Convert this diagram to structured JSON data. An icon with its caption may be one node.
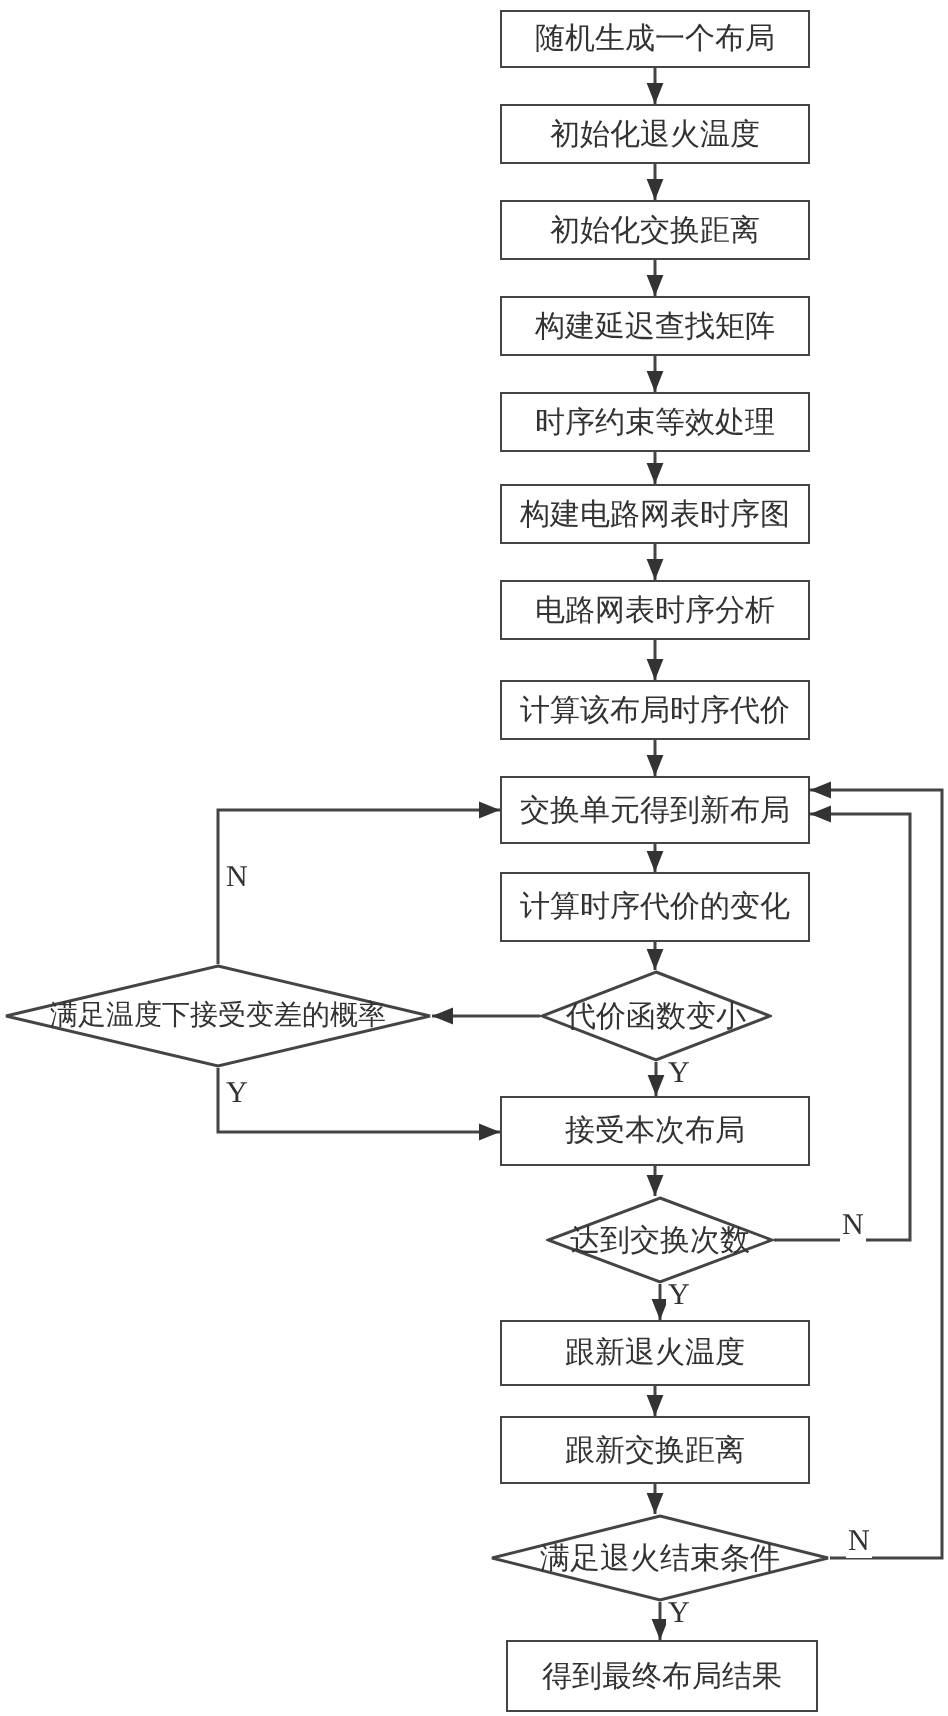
{
  "diagram": {
    "nodes": [
      {
        "text": [
          "随机生成一个布局"
        ]
      },
      {
        "text": [
          "初始化退火温度"
        ]
      },
      {
        "text": [
          "初始化交换距离"
        ]
      },
      {
        "text": [
          "构建延迟查找矩阵"
        ]
      },
      {
        "text": [
          "时序约束等效处理"
        ]
      },
      {
        "text": [
          "构建电路网表时序图"
        ]
      },
      {
        "text": [
          "电路网表时序分析"
        ]
      },
      {
        "text": [
          "计算该布局时序代价"
        ]
      },
      {
        "text": [
          "交换单元得到新布局"
        ]
      },
      {
        "text": [
          "计算时序代价的变化"
        ]
      },
      {
        "text": [
          "代价函数变小"
        ]
      },
      {
        "text": [
          "满足温度下接受变差的概率"
        ]
      },
      {
        "text": [
          "接受本次布局"
        ]
      },
      {
        "text": [
          "达到交换次数"
        ]
      },
      {
        "text": [
          "跟新退火温度"
        ]
      },
      {
        "text": [
          "跟新交换距离"
        ]
      },
      {
        "text": [
          "满足退火结束条件"
        ]
      },
      {
        "text": [
          "得到最终布局结果"
        ]
      }
    ],
    "edges": [
      {
        "from": 0,
        "to": 1,
        "arrow": "to"
      },
      {
        "from": 1,
        "to": 2,
        "arrow": "to"
      },
      {
        "from": 2,
        "to": 3,
        "arrow": "to"
      },
      {
        "from": 3,
        "to": 4,
        "arrow": "to"
      },
      {
        "from": 4,
        "to": 5,
        "arrow": "to"
      },
      {
        "from": 5,
        "to": 6,
        "arrow": "to"
      },
      {
        "from": 6,
        "to": 7,
        "arrow": "to"
      },
      {
        "from": 7,
        "to": 8,
        "arrow": "to"
      },
      {
        "from": 8,
        "to": 9,
        "arrow": "to"
      },
      {
        "from": 9,
        "to": 10,
        "arrow": "to"
      },
      {
        "from": 10,
        "to": 11,
        "arrow": "to"
      },
      {
        "from": 10,
        "to": 12,
        "arrow": "to",
        "label": "Y"
      },
      {
        "from": 11,
        "to": 8,
        "arrow": "to",
        "label": "N"
      },
      {
        "from": 11,
        "to": 12,
        "arrow": "to",
        "label": "Y"
      },
      {
        "from": 12,
        "to": 13,
        "arrow": "to"
      },
      {
        "from": 13,
        "to": 8,
        "arrow": "to",
        "label": "N"
      },
      {
        "from": 13,
        "to": 14,
        "arrow": "to",
        "label": "Y"
      },
      {
        "from": 14,
        "to": 15,
        "arrow": "to"
      },
      {
        "from": 15,
        "to": 16,
        "arrow": "to"
      },
      {
        "from": 16,
        "to": 8,
        "arrow": "to",
        "label": "N"
      },
      {
        "from": 16,
        "to": 17,
        "arrow": "to",
        "label": "Y"
      }
    ]
  }
}
